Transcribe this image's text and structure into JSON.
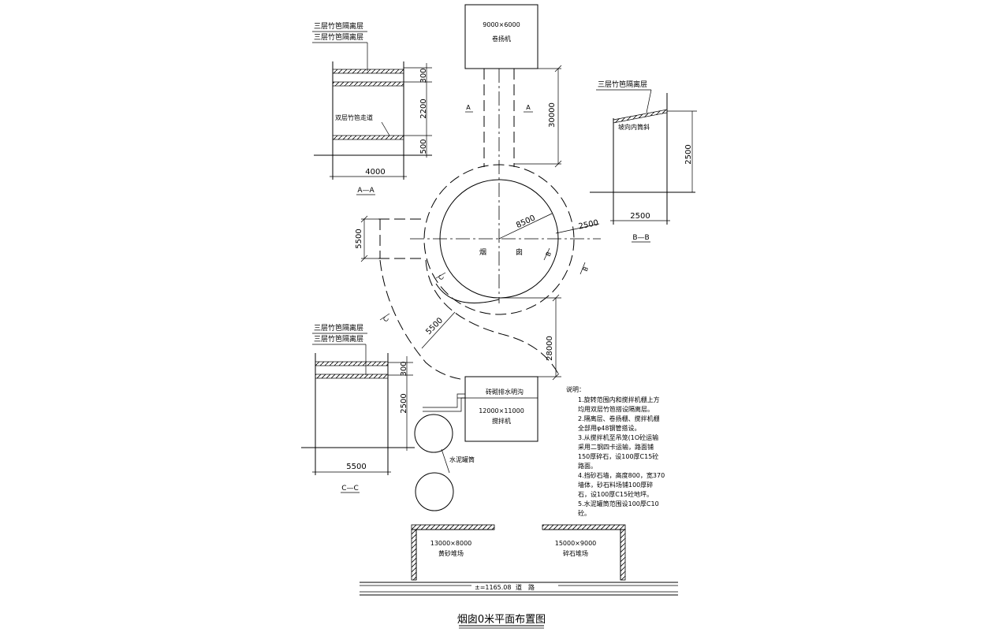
{
  "title": "烟囱0米平面布置图",
  "hoist": {
    "size": "9000×6000",
    "name": "卷扬机"
  },
  "mixer": {
    "drain": "砖砌排水明沟",
    "size": "12000×11000",
    "name": "搅拌机"
  },
  "sand_yard": {
    "size": "13000×8000",
    "name": "黄砂堆场"
  },
  "stone_yard": {
    "size": "15000×9000",
    "name": "碎石堆场"
  },
  "road": {
    "elev": "±=1165.08",
    "name": "道　路"
  },
  "chimney": {
    "left": "烟",
    "right": "囱"
  },
  "cement_tank": "水泥罐筒",
  "dims": {
    "radius": "8500",
    "ring_width": "2500",
    "path_width": "5500",
    "passage_width": "5500",
    "hoist_dist": "30000",
    "mixer_dist": "28000"
  },
  "section_marks": {
    "a": "A",
    "b": "B",
    "c": "C"
  },
  "section_aa": {
    "name": "A—A",
    "layer1": "三层竹笆隔离层",
    "layer2": "三层竹笆隔离层",
    "walkway": "双层竹笆走道",
    "d300": "300",
    "d2200": "2200",
    "d500": "500",
    "width": "4000"
  },
  "section_bb": {
    "name": "B—B",
    "layer": "三层竹笆隔离层",
    "slope": "坡向内筒斜",
    "height": "2500",
    "width": "2500"
  },
  "section_cc": {
    "name": "C—C",
    "layer1": "三层竹笆隔离层",
    "layer2": "三层竹笆隔离层",
    "d300": "300",
    "d2500": "2500",
    "width": "5500"
  },
  "notes": {
    "heading": "说明：",
    "lines": [
      "1.旋转范围内和搅拌机棚上方",
      "  均用双层竹笆搭设隔离层。",
      "2.隔离层、卷扬棚、搅拌机棚",
      "  全部用φ48钢管搭设。",
      "3.从搅拌机至吊笼(1O砼运输",
      "  采用二钢四卡运输，路面铺",
      "  150厚碎石，设100厚C15砼",
      "  路面。",
      "4.挡砂石墙，高度800，宽370",
      "  墙体，砂石料场铺100厚碎",
      "  石，设100厚C15砼地坪。",
      "5.水泥罐筒范围设100厚C10",
      "  砼。"
    ]
  }
}
